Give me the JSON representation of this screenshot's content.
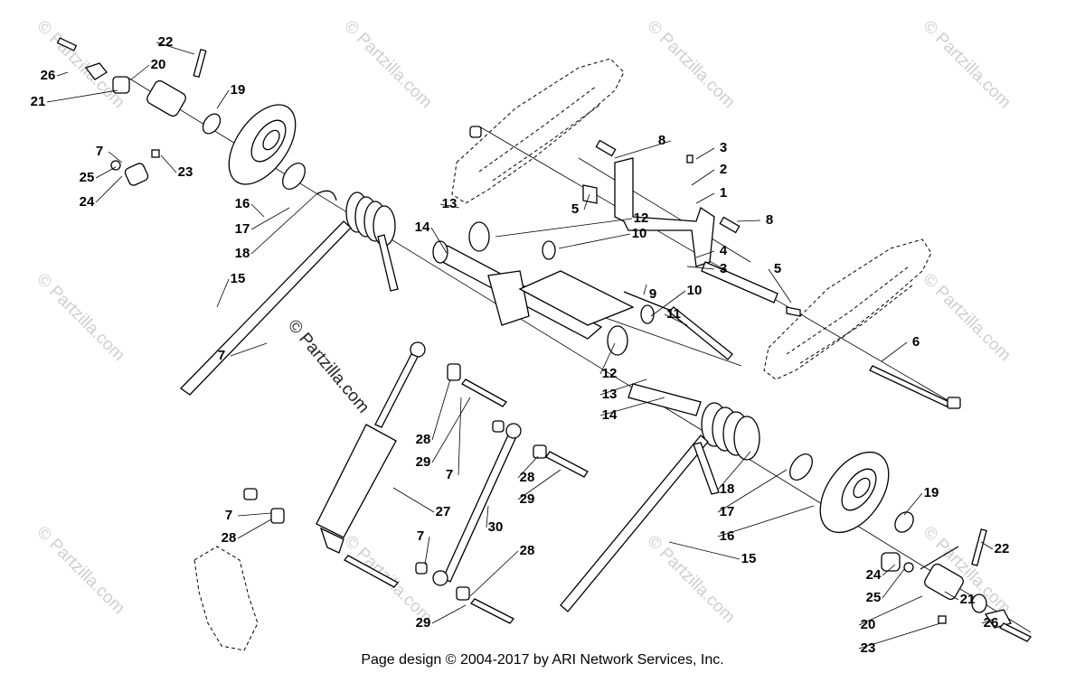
{
  "footer": "Page design © 2004-2017 by ARI Network Services, Inc.",
  "watermark": "© Partzilla.com",
  "callouts": [
    "1",
    "2",
    "3",
    "3",
    "4",
    "5",
    "5",
    "6",
    "7",
    "7",
    "7",
    "7",
    "7",
    "8",
    "8",
    "9",
    "10",
    "10",
    "11",
    "12",
    "12",
    "13",
    "13",
    "14",
    "14",
    "15",
    "15",
    "16",
    "16",
    "17",
    "17",
    "18",
    "18",
    "19",
    "19",
    "20",
    "20",
    "21",
    "21",
    "22",
    "22",
    "23",
    "23",
    "24",
    "24",
    "25",
    "25",
    "26",
    "26",
    "27",
    "28",
    "28",
    "28",
    "28",
    "29",
    "29",
    "29",
    "30"
  ],
  "colors": {
    "line": "#000000",
    "watermark": "#cfcfcf",
    "background": "#ffffff"
  }
}
